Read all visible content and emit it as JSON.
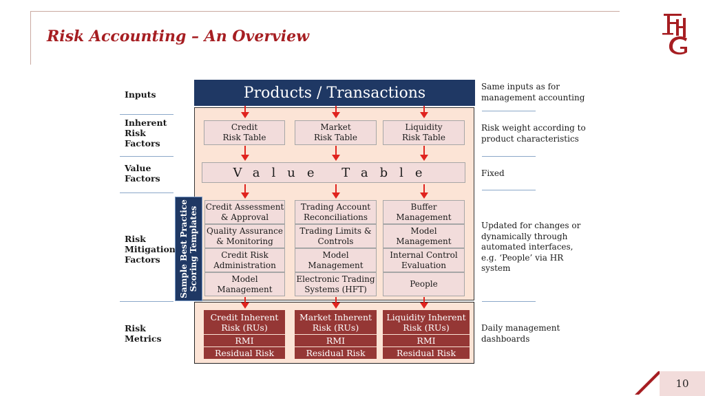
{
  "slide": {
    "title": "Risk Accounting – An Overview",
    "page_number": "10"
  },
  "row_labels": {
    "inputs": "Inputs",
    "inherent": [
      "Inherent",
      "Risk",
      "Factors"
    ],
    "value": [
      "Value",
      "Factors"
    ],
    "mitigation": [
      "Risk",
      "Mitigation",
      "Factors"
    ],
    "metrics": [
      "Risk",
      "Metrics"
    ]
  },
  "right_notes": {
    "inputs": [
      "Same inputs as for",
      "management accounting"
    ],
    "inherent": [
      "Risk weight  according to",
      "product characteristics"
    ],
    "value": "Fixed",
    "mitigation": [
      "Updated for changes or",
      "dynamically through",
      "automated interfaces,",
      "e.g. ‘People’ via HR",
      "system"
    ],
    "metrics": [
      "Daily management",
      "dashboards"
    ]
  },
  "header": "Products / Transactions",
  "risk_tables": [
    [
      "Credit",
      "Risk Table"
    ],
    [
      "Market",
      "Risk Table"
    ],
    [
      "Liquidity",
      "Risk Table"
    ]
  ],
  "value_table": "Value Table",
  "side_label": [
    "Sample Best Practice",
    "Scoring Templates"
  ],
  "mitigation": [
    [
      [
        "Credit Assessment",
        "& Approval"
      ],
      [
        "Trading Account",
        "Reconciliations"
      ],
      [
        "Buffer",
        "Management"
      ]
    ],
    [
      [
        "Quality Assurance",
        "& Monitoring"
      ],
      [
        "Trading Limits &",
        "Controls"
      ],
      [
        "Model",
        "Management"
      ]
    ],
    [
      [
        "Credit Risk",
        "Administration"
      ],
      [
        "Model",
        "Management"
      ],
      [
        "Internal Control",
        "Evaluation"
      ]
    ],
    [
      [
        "Model",
        "Management"
      ],
      [
        "Electronic Trading",
        "Systems (HFT)"
      ],
      [
        "People"
      ]
    ]
  ],
  "metrics": [
    {
      "inherent": [
        "Credit Inherent",
        "Risk (RUs)"
      ],
      "rmi": "RMI",
      "residual": "Residual Risk"
    },
    {
      "inherent": [
        "Market Inherent",
        "Risk (RUs)"
      ],
      "rmi": "RMI",
      "residual": "Residual Risk"
    },
    {
      "inherent": [
        "Liquidity Inherent",
        "Risk (RUs)"
      ],
      "rmi": "RMI",
      "residual": "Residual Risk"
    }
  ],
  "colors": {
    "title": "#a61e22",
    "navy": "#1f3864",
    "peach": "#fce4d6",
    "pink": "#f2dcdb",
    "maroon": "#953735",
    "arrow": "#e0231e"
  },
  "logo_icon": "fhg-monogram-logo"
}
